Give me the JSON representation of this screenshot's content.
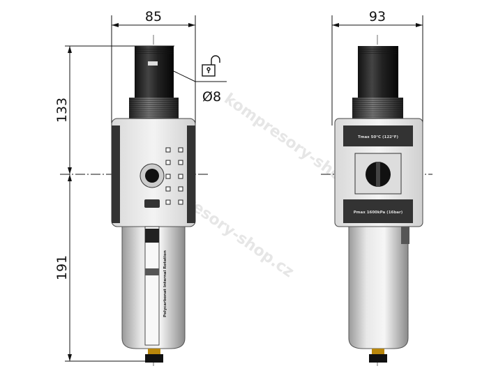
{
  "dimensions": {
    "width_front": "85",
    "width_side": "93",
    "height_upper": "133",
    "height_lower": "191",
    "lock_diameter": "Ø8"
  },
  "labels": {
    "temperature": "Tmax 50°C (122°F)",
    "pressure": "Pmax 1600kPa (16bar)",
    "bowl_text": "Polycarbonat Internal Rotation"
  },
  "watermark": "kompresory-shop.cz",
  "icons": [
    "padlock-open-icon"
  ]
}
